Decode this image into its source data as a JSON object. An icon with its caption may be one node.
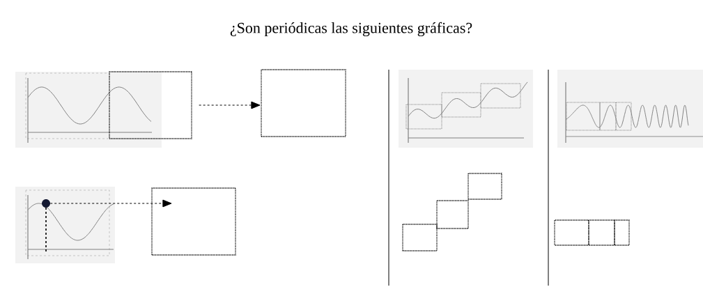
{
  "diagram": {
    "title": "¿Son periódicas las siguientes gráficas?",
    "nodes": [
      {
        "text": [],
        "shape": "box"
      },
      {
        "text": [],
        "shape": "box"
      },
      {
        "text": [],
        "shape": "circle"
      },
      {
        "text": [],
        "shape": "box"
      }
    ],
    "edges": [
      {
        "from": 0,
        "to": 1,
        "arrow": "to",
        "style": "dashed"
      },
      {
        "from": 2,
        "to": 3,
        "arrow": "to",
        "style": "dashed"
      }
    ]
  }
}
